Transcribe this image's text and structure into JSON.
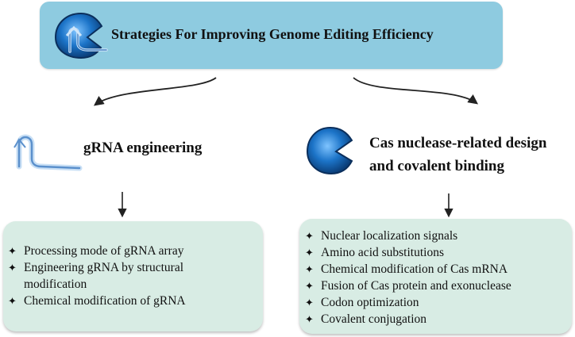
{
  "title": "Strategies For Improving Genome Editing Efficiency",
  "left": {
    "heading": "gRNA engineering",
    "items": [
      "Processing mode of gRNA array",
      "Engineering gRNA by structural modification",
      "Chemical modification of gRNA"
    ]
  },
  "right": {
    "heading_line1": "Cas nuclease-related design",
    "heading_line2": "and covalent binding",
    "items": [
      "Nuclear localization signals",
      "Amino acid substitutions",
      "Chemical modification of Cas mRNA",
      "Fusion of Cas protein and exonuclease",
      "Codon optimization",
      "Covalent conjugation"
    ]
  },
  "colors": {
    "title_box": "#8ecbe0",
    "panel": "#d8ece4",
    "protein": "#1c74c8",
    "grna": "#6aa0d8"
  },
  "icons": [
    "cas-protein-icon",
    "grna-icon"
  ]
}
